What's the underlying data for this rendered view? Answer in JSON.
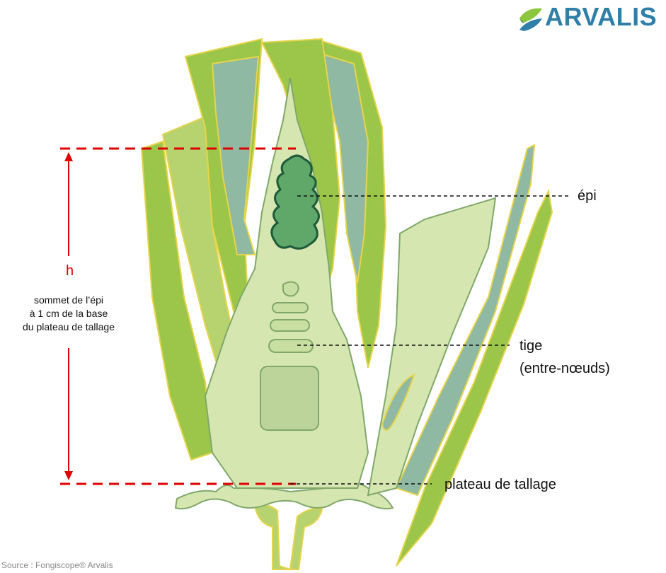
{
  "logo": {
    "text": "ARVALIS",
    "colors": {
      "text": "#2f7fa8",
      "leaf_dark": "#2e7d3a",
      "leaf_light": "#8cc63f",
      "leaf_blue": "#2f7fa8"
    }
  },
  "labels": {
    "epi": "épi",
    "tige_line1": "tige",
    "tige_line2": "(entre-nœuds)",
    "plateau": "plateau de tallage"
  },
  "measure": {
    "h": "h",
    "desc_line1": "sommet de l’épi",
    "desc_line2": "à 1 cm de la base",
    "desc_line3": "du plateau de tallage",
    "color": "#e00000"
  },
  "source": "Source : Fongiscope® Arvalis",
  "palette": {
    "leaf_outer": "#9bc64a",
    "leaf_mid": "#b6d36f",
    "leaf_bluegreen": "#8fb9a3",
    "stem_pale": "#d6e6b0",
    "outline": "#e6d44a",
    "ear": "#5fa86a",
    "ear_outline": "#1f5a3a"
  }
}
